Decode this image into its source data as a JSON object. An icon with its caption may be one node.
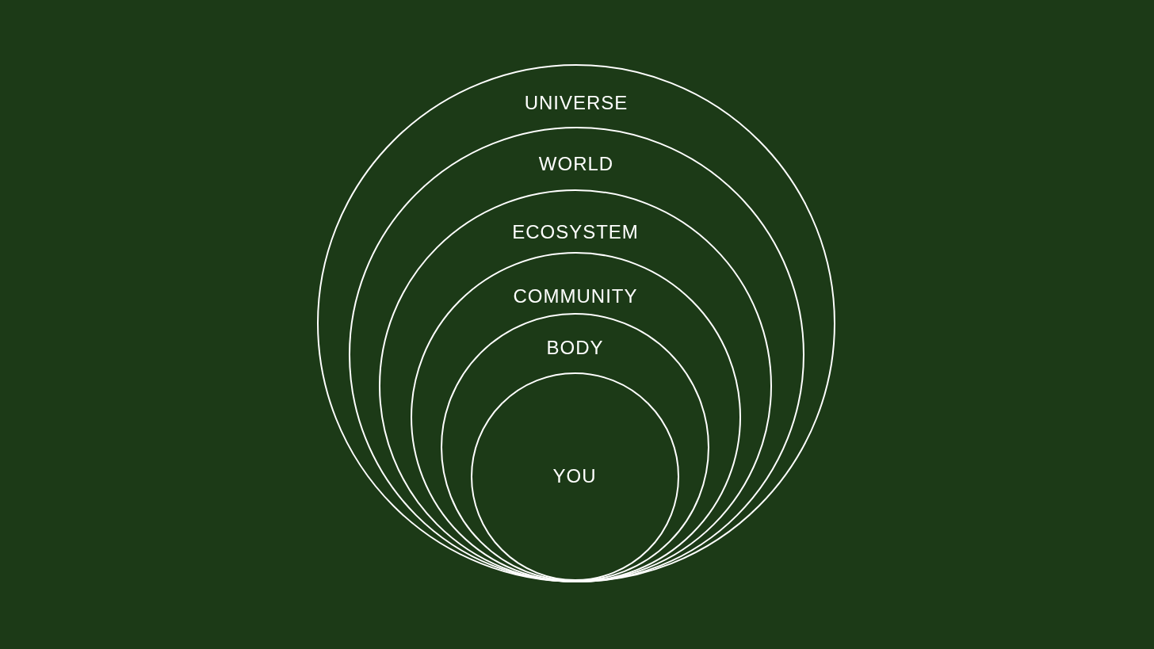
{
  "diagram": {
    "nodes": [
      {
        "text": [
          "UNIVERSE"
        ]
      },
      {
        "text": [
          "WORLD"
        ],
        "in": 0
      },
      {
        "text": [
          "ECOSYSTEM"
        ],
        "in": 1
      },
      {
        "text": [
          "COMMUNITY"
        ],
        "in": 2
      },
      {
        "text": [
          "BODY"
        ],
        "in": 3
      },
      {
        "text": [
          "YOU"
        ],
        "in": 4
      }
    ]
  }
}
